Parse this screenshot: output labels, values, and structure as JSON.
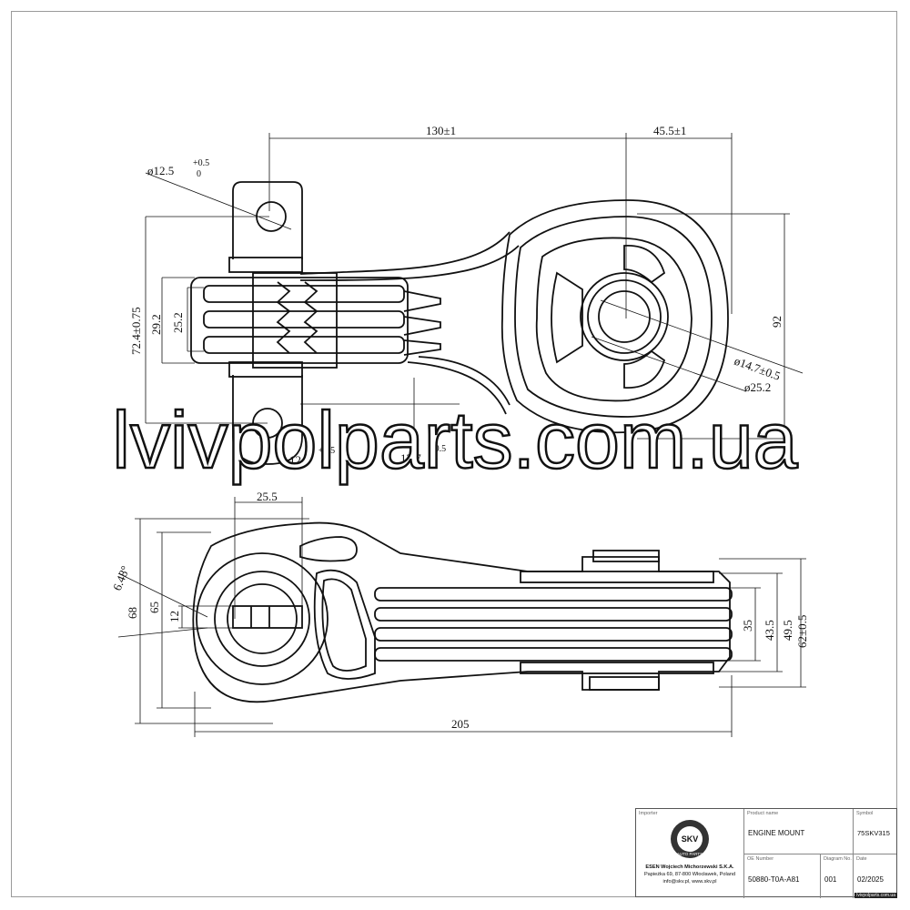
{
  "dimensions": {
    "d130": "130±1",
    "d45_5": "45.5±1",
    "d12_5": "ø12.5",
    "d12_5_tol_top": "+0.5",
    "d12_5_tol_bot": "0",
    "d72_4": "72.4±0.75",
    "d29_2": "29.2",
    "d25_2_side": "25.2",
    "d92": "92",
    "d14_7": "ø14.7±0.5",
    "d25_2_dia": "ø25.2",
    "d12_2": "12.2",
    "d12_2_tol": "+0.5",
    "d13_7": "13.7",
    "d13_7_tol_top": "+0.5",
    "d13_7_tol_bot": "0",
    "d25_5": "25.5",
    "d6_48": "6.48°",
    "d68": "68",
    "d65": "65",
    "d12": "12",
    "d35": "35",
    "d43_5": "43.5",
    "d49_5": "49.5",
    "d62": "62±0.5",
    "d205": "205"
  },
  "watermark": "lvivpolparts.com.ua",
  "title_block": {
    "importer_label": "Importer",
    "importer_line1": "ESEN Wojciech Michorzewski S.K.A.",
    "importer_line2": "Papieżka 69, 87-800 Włocławek, Poland",
    "importer_line3": "info@skv.pl, www.skv.pl",
    "logo_text": "SKV",
    "logo_ring_text": "AUTO PARTS",
    "product_label": "Product name",
    "product_value": "ENGINE MOUNT",
    "symbol_label": "Symbol",
    "symbol_value": "75SKV315",
    "oe_label": "OE Number",
    "oe_value": "50880-T0A-A81",
    "diagram_label": "Diagram No.",
    "diagram_value": "001",
    "date_label": "Date",
    "date_value": "02/2025"
  },
  "footer_tag": "lvivpolparts.com.ua",
  "colors": {
    "line": "#111111",
    "background": "#ffffff"
  }
}
